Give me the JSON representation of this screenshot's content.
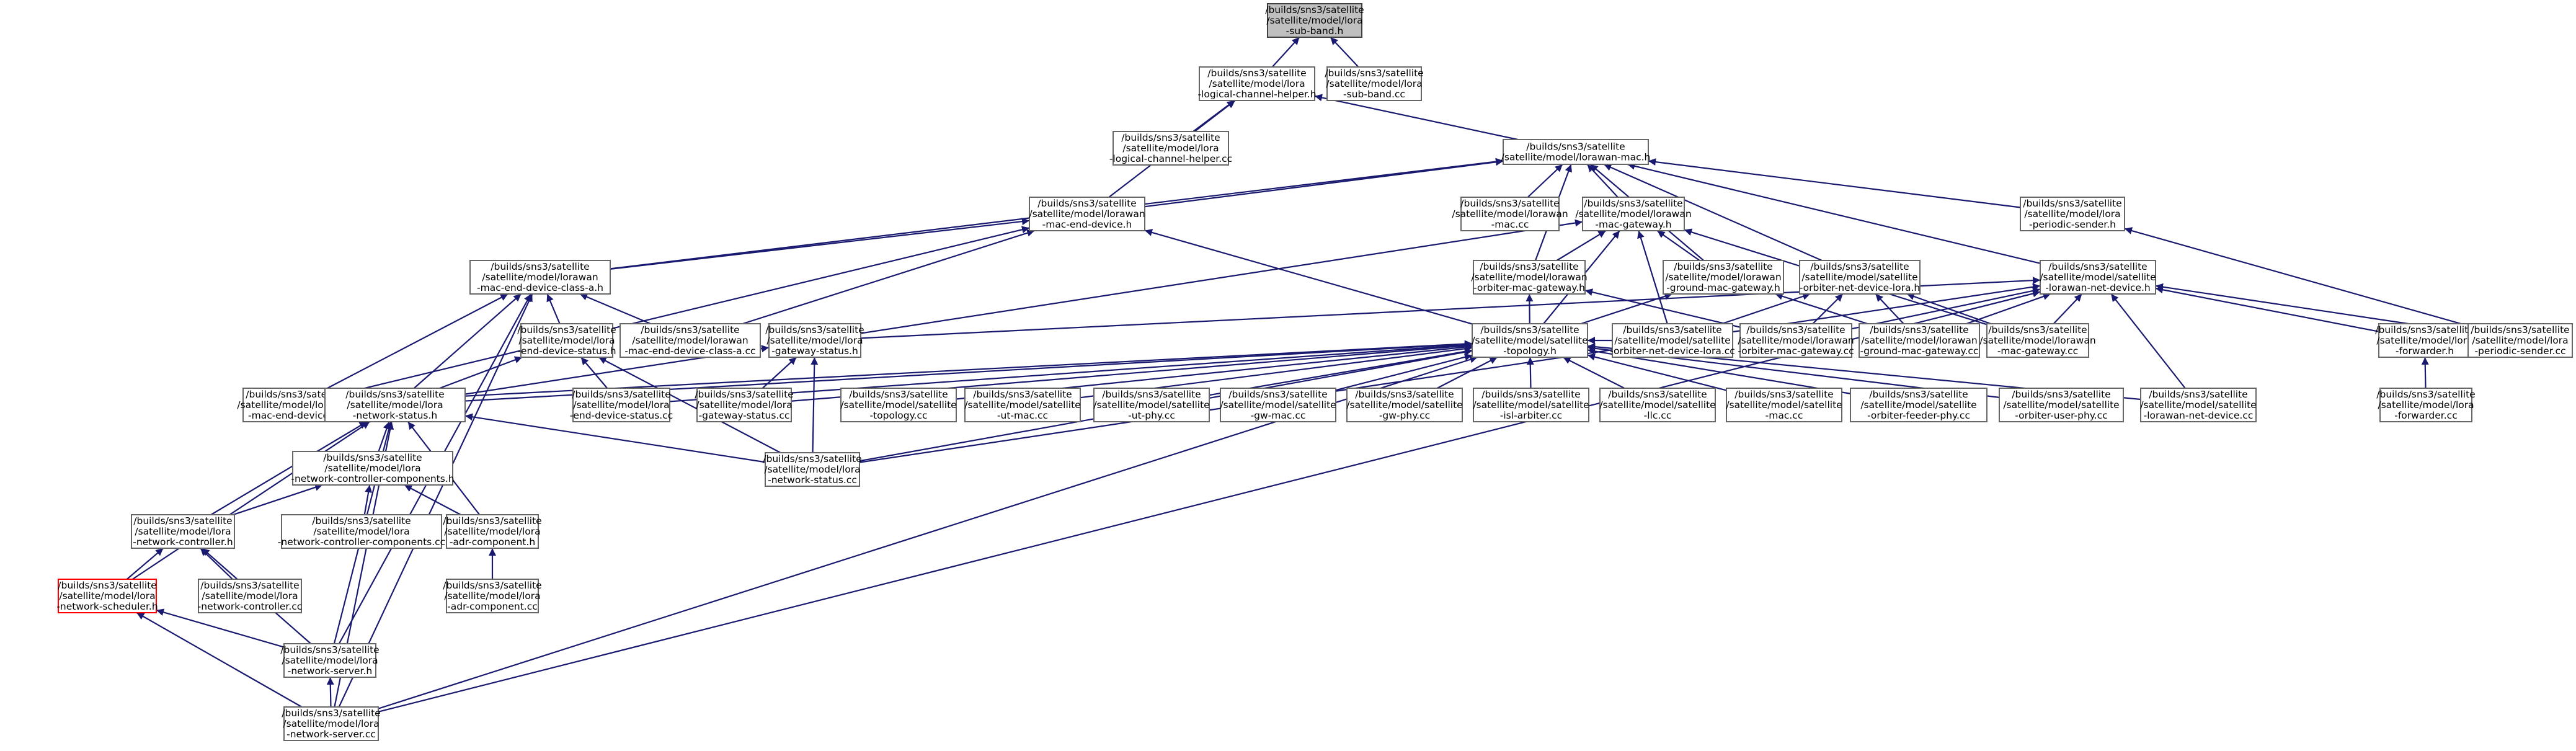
{
  "diagram": {
    "type": "include-dependency-graph",
    "colors": {
      "edge": "#191970",
      "root_fill": "#bfbfbf",
      "node_border": "#666666",
      "highlight_border": "#ff0000",
      "text": "#000000"
    },
    "nodes": [
      {
        "id": "subband_h",
        "lines": [
          "/builds/sns3/satellite",
          "/satellite/model/lora",
          "-sub-band.h"
        ],
        "style": "root"
      },
      {
        "id": "lch_helper_h",
        "lines": [
          "/builds/sns3/satellite",
          "/satellite/model/lora",
          "-logical-channel-helper.h"
        ]
      },
      {
        "id": "subband_cc",
        "lines": [
          "/builds/sns3/satellite",
          "/satellite/model/lora",
          "-sub-band.cc"
        ]
      },
      {
        "id": "lch_helper_cc",
        "lines": [
          "/builds/sns3/satellite",
          "/satellite/model/lora",
          "-logical-channel-helper.cc"
        ]
      },
      {
        "id": "lorawan_mac_h",
        "lines": [
          "/builds/sns3/satellite",
          "/satellite/model/lorawan-mac.h"
        ]
      },
      {
        "id": "mac_end_device_h",
        "lines": [
          "/builds/sns3/satellite",
          "/satellite/model/lorawan",
          "-mac-end-device.h"
        ]
      },
      {
        "id": "lorawan_mac_cc",
        "lines": [
          "/builds/sns3/satellite",
          "/satellite/model/lorawan",
          "-mac.cc"
        ]
      },
      {
        "id": "mac_gateway_h",
        "lines": [
          "/builds/sns3/satellite",
          "/satellite/model/lorawan",
          "-mac-gateway.h"
        ]
      },
      {
        "id": "periodic_sender_h",
        "lines": [
          "/builds/sns3/satellite",
          "/satellite/model/lora",
          "-periodic-sender.h"
        ]
      },
      {
        "id": "mac_end_device_class_a_h",
        "lines": [
          "/builds/sns3/satellite",
          "/satellite/model/lorawan",
          "-mac-end-device-class-a.h"
        ]
      },
      {
        "id": "orbiter_mac_gateway_h",
        "lines": [
          "/builds/sns3/satellite",
          "/satellite/model/lorawan",
          "-orbiter-mac-gateway.h"
        ]
      },
      {
        "id": "ground_mac_gateway_h",
        "lines": [
          "/builds/sns3/satellite",
          "/satellite/model/lorawan",
          "-ground-mac-gateway.h"
        ]
      },
      {
        "id": "orbiter_net_device_lora_h",
        "lines": [
          "/builds/sns3/satellite",
          "/satellite/model/satellite",
          "-orbiter-net-device-lora.h"
        ]
      },
      {
        "id": "lorawan_net_device_h",
        "lines": [
          "/builds/sns3/satellite",
          "/satellite/model/satellite",
          "-lorawan-net-device.h"
        ]
      },
      {
        "id": "end_device_status_h",
        "lines": [
          "/builds/sns3/satellite",
          "/satellite/model/lora",
          "-end-device-status.h"
        ]
      },
      {
        "id": "mac_end_device_class_a_cc",
        "lines": [
          "/builds/sns3/satellite",
          "/satellite/model/lorawan",
          "-mac-end-device-class-a.cc"
        ]
      },
      {
        "id": "gateway_status_h",
        "lines": [
          "/builds/sns3/satellite",
          "/satellite/model/lora",
          "-gateway-status.h"
        ]
      },
      {
        "id": "topology_h",
        "lines": [
          "/builds/sns3/satellite",
          "/satellite/model/satellite",
          "-topology.h"
        ]
      },
      {
        "id": "orbiter_net_device_lora_cc",
        "lines": [
          "/builds/sns3/satellite",
          "/satellite/model/satellite",
          "-orbiter-net-device-lora.cc"
        ]
      },
      {
        "id": "orbiter_mac_gateway_cc",
        "lines": [
          "/builds/sns3/satellite",
          "/satellite/model/lorawan",
          "-orbiter-mac-gateway.cc"
        ]
      },
      {
        "id": "ground_mac_gateway_cc",
        "lines": [
          "/builds/sns3/satellite",
          "/satellite/model/lorawan",
          "-ground-mac-gateway.cc"
        ]
      },
      {
        "id": "mac_gateway_cc",
        "lines": [
          "/builds/sns3/satellite",
          "/satellite/model/lorawan",
          "-mac-gateway.cc"
        ]
      },
      {
        "id": "forwarder_h",
        "lines": [
          "/builds/sns3/satellite",
          "/satellite/model/lora",
          "-forwarder.h"
        ]
      },
      {
        "id": "periodic_sender_cc",
        "lines": [
          "/builds/sns3/satellite",
          "/satellite/model/lora",
          "-periodic-sender.cc"
        ]
      },
      {
        "id": "mac_end_device_cc",
        "lines": [
          "/builds/sns3/satellite",
          "/satellite/model/lorawan",
          "-mac-end-device.cc"
        ]
      },
      {
        "id": "network_status_h",
        "lines": [
          "/builds/sns3/satellite",
          "/satellite/model/lora",
          "-network-status.h"
        ]
      },
      {
        "id": "end_device_status_cc",
        "lines": [
          "/builds/sns3/satellite",
          "/satellite/model/lora",
          "-end-device-status.cc"
        ]
      },
      {
        "id": "gateway_status_cc",
        "lines": [
          "/builds/sns3/satellite",
          "/satellite/model/lora",
          "-gateway-status.cc"
        ]
      },
      {
        "id": "topology_cc",
        "lines": [
          "/builds/sns3/satellite",
          "/satellite/model/satellite",
          "-topology.cc"
        ]
      },
      {
        "id": "ut_mac_cc",
        "lines": [
          "/builds/sns3/satellite",
          "/satellite/model/satellite",
          "-ut-mac.cc"
        ]
      },
      {
        "id": "ut_phy_cc",
        "lines": [
          "/builds/sns3/satellite",
          "/satellite/model/satellite",
          "-ut-phy.cc"
        ]
      },
      {
        "id": "gw_mac_cc",
        "lines": [
          "/builds/sns3/satellite",
          "/satellite/model/satellite",
          "-gw-mac.cc"
        ]
      },
      {
        "id": "gw_phy_cc",
        "lines": [
          "/builds/sns3/satellite",
          "/satellite/model/satellite",
          "-gw-phy.cc"
        ]
      },
      {
        "id": "isl_arbiter_cc",
        "lines": [
          "/builds/sns3/satellite",
          "/satellite/model/satellite",
          "-isl-arbiter.cc"
        ]
      },
      {
        "id": "llc_cc",
        "lines": [
          "/builds/sns3/satellite",
          "/satellite/model/satellite",
          "-llc.cc"
        ]
      },
      {
        "id": "mac_cc",
        "lines": [
          "/builds/sns3/satellite",
          "/satellite/model/satellite",
          "-mac.cc"
        ]
      },
      {
        "id": "orbiter_feeder_phy_cc",
        "lines": [
          "/builds/sns3/satellite",
          "/satellite/model/satellite",
          "-orbiter-feeder-phy.cc"
        ]
      },
      {
        "id": "orbiter_user_phy_cc",
        "lines": [
          "/builds/sns3/satellite",
          "/satellite/model/satellite",
          "-orbiter-user-phy.cc"
        ]
      },
      {
        "id": "lorawan_net_device_cc",
        "lines": [
          "/builds/sns3/satellite",
          "/satellite/model/satellite",
          "-lorawan-net-device.cc"
        ]
      },
      {
        "id": "forwarder_cc",
        "lines": [
          "/builds/sns3/satellite",
          "/satellite/model/lora",
          "-forwarder.cc"
        ]
      },
      {
        "id": "network_controller_components_h",
        "lines": [
          "/builds/sns3/satellite",
          "/satellite/model/lora",
          "-network-controller-components.h"
        ]
      },
      {
        "id": "network_status_cc",
        "lines": [
          "/builds/sns3/satellite",
          "/satellite/model/lora",
          "-network-status.cc"
        ]
      },
      {
        "id": "network_controller_h",
        "lines": [
          "/builds/sns3/satellite",
          "/satellite/model/lora",
          "-network-controller.h"
        ]
      },
      {
        "id": "network_controller_components_cc",
        "lines": [
          "/builds/sns3/satellite",
          "/satellite/model/lora",
          "-network-controller-components.cc"
        ]
      },
      {
        "id": "adr_component_h",
        "lines": [
          "/builds/sns3/satellite",
          "/satellite/model/lora",
          "-adr-component.h"
        ]
      },
      {
        "id": "network_scheduler_h",
        "lines": [
          "/builds/sns3/satellite",
          "/satellite/model/lora",
          "-network-scheduler.h"
        ],
        "style": "highlight"
      },
      {
        "id": "network_controller_cc",
        "lines": [
          "/builds/sns3/satellite",
          "/satellite/model/lora",
          "-network-controller.cc"
        ]
      },
      {
        "id": "adr_component_cc",
        "lines": [
          "/builds/sns3/satellite",
          "/satellite/model/lora",
          "-adr-component.cc"
        ]
      },
      {
        "id": "network_server_h",
        "lines": [
          "/builds/sns3/satellite",
          "/satellite/model/lora",
          "-network-server.h"
        ]
      },
      {
        "id": "network_server_cc",
        "lines": [
          "/builds/sns3/satellite",
          "/satellite/model/lora",
          "-network-server.cc"
        ]
      }
    ],
    "edges": [
      [
        "lch_helper_h",
        "subband_h"
      ],
      [
        "subband_cc",
        "subband_h"
      ],
      [
        "lch_helper_cc",
        "lch_helper_h"
      ],
      [
        "lorawan_mac_h",
        "lch_helper_h"
      ],
      [
        "mac_end_device_h",
        "lch_helper_h"
      ],
      [
        "mac_end_device_h",
        "lorawan_mac_h"
      ],
      [
        "lorawan_mac_cc",
        "lorawan_mac_h"
      ],
      [
        "mac_gateway_h",
        "lorawan_mac_h"
      ],
      [
        "periodic_sender_h",
        "lorawan_mac_h"
      ],
      [
        "mac_end_device_class_a_h",
        "lorawan_mac_h"
      ],
      [
        "orbiter_mac_gateway_h",
        "lorawan_mac_h"
      ],
      [
        "ground_mac_gateway_h",
        "lorawan_mac_h"
      ],
      [
        "orbiter_net_device_lora_h",
        "lorawan_mac_h"
      ],
      [
        "lorawan_net_device_h",
        "lorawan_mac_h"
      ],
      [
        "mac_end_device_class_a_h",
        "mac_end_device_h"
      ],
      [
        "mac_end_device_cc",
        "mac_end_device_h"
      ],
      [
        "mac_end_device_class_a_cc",
        "mac_end_device_h"
      ],
      [
        "topology_h",
        "mac_end_device_h"
      ],
      [
        "orbiter_mac_gateway_h",
        "mac_gateway_h"
      ],
      [
        "ground_mac_gateway_h",
        "mac_gateway_h"
      ],
      [
        "gateway_status_h",
        "mac_gateway_h"
      ],
      [
        "topology_h",
        "mac_gateway_h"
      ],
      [
        "mac_gateway_cc",
        "mac_gateway_h"
      ],
      [
        "orbiter_net_device_lora_cc",
        "mac_gateway_h"
      ],
      [
        "periodic_sender_cc",
        "periodic_sender_h"
      ],
      [
        "end_device_status_h",
        "mac_end_device_class_a_h"
      ],
      [
        "mac_end_device_class_a_cc",
        "mac_end_device_class_a_h"
      ],
      [
        "mac_end_device_cc",
        "mac_end_device_class_a_h"
      ],
      [
        "network_status_h",
        "mac_end_device_class_a_h"
      ],
      [
        "network_server_h",
        "mac_end_device_class_a_h"
      ],
      [
        "network_server_cc",
        "mac_end_device_class_a_h"
      ],
      [
        "topology_h",
        "orbiter_mac_gateway_h"
      ],
      [
        "orbiter_mac_gateway_cc",
        "orbiter_mac_gateway_h"
      ],
      [
        "topology_h",
        "ground_mac_gateway_h"
      ],
      [
        "ground_mac_gateway_cc",
        "ground_mac_gateway_h"
      ],
      [
        "orbiter_net_device_lora_cc",
        "orbiter_net_device_lora_h"
      ],
      [
        "orbiter_mac_gateway_cc",
        "orbiter_net_device_lora_h"
      ],
      [
        "ground_mac_gateway_cc",
        "orbiter_net_device_lora_h"
      ],
      [
        "mac_gateway_cc",
        "orbiter_net_device_lora_h"
      ],
      [
        "forwarder_h",
        "lorawan_net_device_h"
      ],
      [
        "lorawan_net_device_cc",
        "lorawan_net_device_h"
      ],
      [
        "periodic_sender_cc",
        "lorawan_net_device_h"
      ],
      [
        "orbiter_mac_gateway_cc",
        "lorawan_net_device_h"
      ],
      [
        "ground_mac_gateway_cc",
        "lorawan_net_device_h"
      ],
      [
        "mac_gateway_cc",
        "lorawan_net_device_h"
      ],
      [
        "network_status_cc",
        "lorawan_net_device_h"
      ],
      [
        "gateway_status_h",
        "lorawan_net_device_h"
      ],
      [
        "network_server_cc",
        "lorawan_net_device_h"
      ],
      [
        "network_status_h",
        "end_device_status_h"
      ],
      [
        "end_device_status_cc",
        "end_device_status_h"
      ],
      [
        "network_status_cc",
        "end_device_status_h"
      ],
      [
        "network_status_h",
        "gateway_status_h"
      ],
      [
        "gateway_status_cc",
        "gateway_status_h"
      ],
      [
        "network_status_cc",
        "gateway_status_h"
      ],
      [
        "network_status_h",
        "topology_h"
      ],
      [
        "end_device_status_cc",
        "topology_h"
      ],
      [
        "gateway_status_cc",
        "topology_h"
      ],
      [
        "topology_cc",
        "topology_h"
      ],
      [
        "ut_mac_cc",
        "topology_h"
      ],
      [
        "ut_phy_cc",
        "topology_h"
      ],
      [
        "gw_mac_cc",
        "topology_h"
      ],
      [
        "gw_phy_cc",
        "topology_h"
      ],
      [
        "isl_arbiter_cc",
        "topology_h"
      ],
      [
        "llc_cc",
        "topology_h"
      ],
      [
        "mac_cc",
        "topology_h"
      ],
      [
        "orbiter_feeder_phy_cc",
        "topology_h"
      ],
      [
        "orbiter_user_phy_cc",
        "topology_h"
      ],
      [
        "lorawan_net_device_cc",
        "topology_h"
      ],
      [
        "network_status_cc",
        "topology_h"
      ],
      [
        "orbiter_net_device_lora_cc",
        "topology_h"
      ],
      [
        "mac_end_device_cc",
        "topology_h"
      ],
      [
        "network_server_cc",
        "topology_h"
      ],
      [
        "forwarder_cc",
        "forwarder_h"
      ],
      [
        "network_controller_components_h",
        "network_status_h"
      ],
      [
        "network_status_cc",
        "network_status_h"
      ],
      [
        "network_controller_h",
        "network_status_h"
      ],
      [
        "adr_component_h",
        "network_status_h"
      ],
      [
        "network_scheduler_h",
        "network_status_h"
      ],
      [
        "network_server_h",
        "network_status_h"
      ],
      [
        "network_server_cc",
        "network_status_h"
      ],
      [
        "network_controller_h",
        "network_controller_components_h"
      ],
      [
        "network_controller_components_cc",
        "network_controller_components_h"
      ],
      [
        "adr_component_h",
        "network_controller_components_h"
      ],
      [
        "network_scheduler_h",
        "network_controller_h"
      ],
      [
        "network_controller_cc",
        "network_controller_h"
      ],
      [
        "network_server_h",
        "network_controller_h"
      ],
      [
        "adr_component_cc",
        "adr_component_h"
      ],
      [
        "network_server_h",
        "network_scheduler_h"
      ],
      [
        "network_server_cc",
        "network_scheduler_h"
      ],
      [
        "network_server_cc",
        "network_server_h"
      ]
    ]
  }
}
